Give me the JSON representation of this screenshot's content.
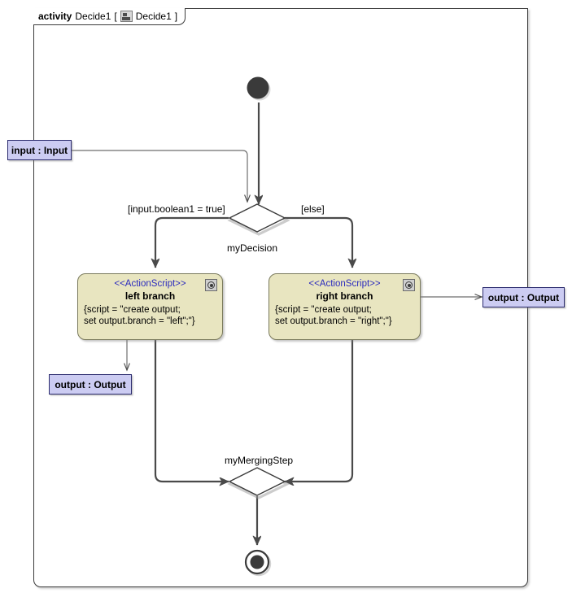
{
  "frame": {
    "keyword": "activity",
    "name": "Decide1",
    "bracket_open": "[",
    "icon": "activity-diagram-icon",
    "inner_name": "Decide1",
    "bracket_close": "]"
  },
  "nodes": {
    "initial": {
      "name": "initial-node",
      "label": ""
    },
    "input_pin": {
      "label": "input : Input"
    },
    "decision": {
      "label": "myDecision"
    },
    "guard_true": {
      "label": "[input.boolean1 = true]"
    },
    "guard_else": {
      "label": "[else]"
    },
    "left_action": {
      "stereotype": "<<ActionScript>>",
      "name": "left branch",
      "body": "{script = \"create output;\nset output.branch = \"left\";\"}",
      "icon": "script-gear-icon"
    },
    "right_action": {
      "stereotype": "<<ActionScript>>",
      "name": "right branch",
      "body": "{script = \"create output;\nset output.branch = \"right\";\"}",
      "icon": "script-gear-icon"
    },
    "left_output_pin": {
      "label": "output : Output"
    },
    "right_output_pin": {
      "label": "output : Output"
    },
    "merge": {
      "label": "myMergingStep"
    },
    "final": {
      "name": "final-node",
      "label": ""
    }
  },
  "colors": {
    "action_fill": "#e8e5c0",
    "action_border": "#7a7a5c",
    "pin_fill": "#ccccf2",
    "pin_border": "#2b2b6e",
    "stereotype_text": "#2b2bbd",
    "edge": "#4a4a4a",
    "node_solid": "#3a3a3a",
    "frame_border": "#3b3b3b",
    "background": "#ffffff"
  }
}
